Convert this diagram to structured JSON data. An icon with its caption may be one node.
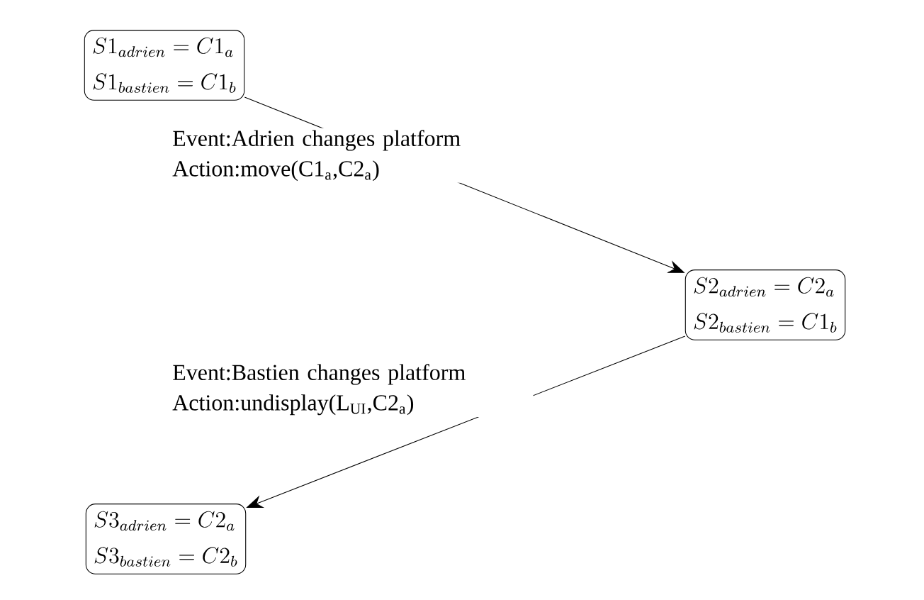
{
  "diagram": {
    "nodes": [
      {
        "text": [
          "S1_{adrien} = C1_a",
          "S1_{bastien} = C1_b"
        ]
      },
      {
        "text": [
          "S2_{adrien} = C2_a",
          "S2_{bastien} = C1_b"
        ]
      },
      {
        "text": [
          "S3_{adrien} = C2_a",
          "S3_{bastien} = C2_b"
        ]
      }
    ],
    "edges": [
      {
        "from": 0,
        "to": 1,
        "arrow": "to",
        "label": "Event:Adrien changes platform Action:move(C1$_{a}$,C2$_{a}$)"
      },
      {
        "from": 1,
        "to": 2,
        "arrow": "to",
        "label": "Event:Bastien changes platform Action:undisplay(L$_{UI}$,C2$_{a}$)"
      }
    ]
  }
}
